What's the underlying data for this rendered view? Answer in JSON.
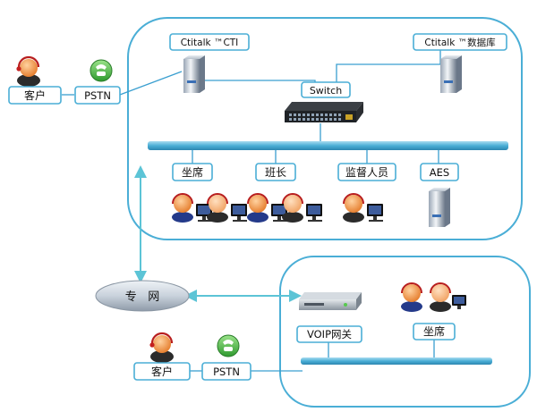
{
  "diagram": {
    "colors": {
      "region_border": "#4aaed6",
      "bus": "#4aaed6",
      "connector": "#3a9fd0",
      "arrow": "#5cc4d6"
    },
    "left_customer": {
      "label": "客户",
      "icon": "agent-person-icon"
    },
    "left_pstn": {
      "label": "PSTN",
      "icon": "phone-icon"
    },
    "cti_server": {
      "label": "Ctitalk ™CTI",
      "icon": "tower-server-icon"
    },
    "db_server": {
      "label": "Ctitalk ™数据库",
      "icon": "tower-server-icon"
    },
    "switch": {
      "label": "Switch",
      "icon": "network-switch-icon"
    },
    "nodes": [
      {
        "label": "坐席",
        "icon": "agent-workstation-icon"
      },
      {
        "label": "班长",
        "icon": "agent-workstation-icon"
      },
      {
        "label": "监督人员",
        "icon": "agent-workstation-icon"
      },
      {
        "label": "AES",
        "icon": "tower-server-icon"
      }
    ],
    "private_net": {
      "label": "专   网"
    },
    "voip_gateway": {
      "label": "VOIP网关",
      "icon": "gateway-device-icon"
    },
    "remote_seat": {
      "label": "坐席",
      "icon": "agent-workstation-icon"
    },
    "bottom_customer": {
      "label": "客户",
      "icon": "agent-person-icon"
    },
    "bottom_pstn": {
      "label": "PSTN",
      "icon": "phone-icon"
    }
  }
}
